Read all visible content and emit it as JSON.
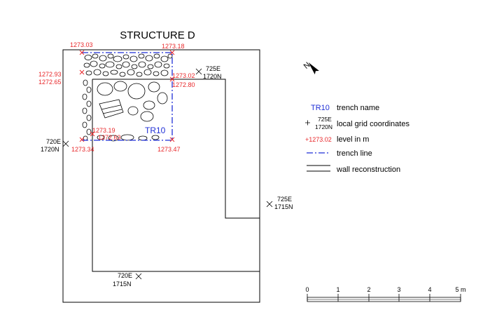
{
  "title": "STRUCTURE D",
  "colors": {
    "level": "#e8282b",
    "trench": "#1f2fd6",
    "line": "#000000"
  },
  "trench": {
    "name": "TR10"
  },
  "levels": {
    "l1": "1273.03",
    "l2": "1273.18",
    "l3": "1272.93",
    "l4": "1272.65",
    "l5": "1273.02",
    "l6": "1272.80",
    "l7": "1273.19",
    "l8": "1272.63",
    "l9": "1273.34",
    "l10": "1273.47"
  },
  "grid_points": {
    "p1": {
      "e": "725E",
      "n": "1720N"
    },
    "p2": {
      "e": "720E",
      "n": "1720N"
    },
    "p3": {
      "e": "725E",
      "n": "1715N"
    },
    "p4": {
      "e": "720E",
      "n": "1715N"
    }
  },
  "north_label": "N",
  "legend": {
    "trench_name_sample": "TR10",
    "trench_name_label": "trench name",
    "grid_sample_e": "725E",
    "grid_sample_n": "1720N",
    "grid_label": "local grid coordinates",
    "level_sample": "+1273.02",
    "level_label": "level in m",
    "trench_line_label": "trench line",
    "wall_label": "wall reconstruction"
  },
  "scale": {
    "ticks": [
      "0",
      "1",
      "2",
      "3",
      "4",
      "5 m"
    ]
  }
}
